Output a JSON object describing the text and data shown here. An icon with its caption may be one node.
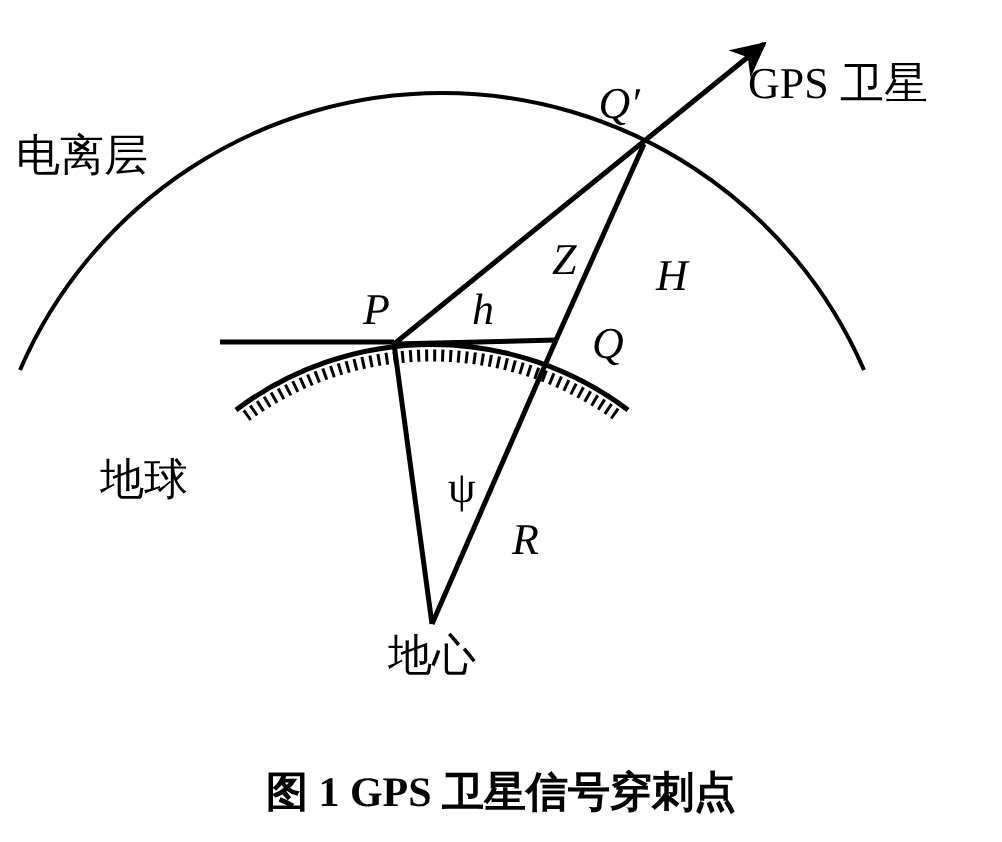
{
  "diagram": {
    "caption": "图 1 GPS 卫星信号穿刺点",
    "nodes": [
      {
        "text": [
          "P"
        ]
      },
      {
        "text": [
          "Q′"
        ]
      },
      {
        "text": [
          "Q"
        ]
      },
      {
        "text": [
          "地心"
        ]
      },
      {
        "text": [
          "GPS 卫星"
        ]
      }
    ],
    "edges": [
      {
        "from": 0,
        "to": 4,
        "arrow": "to"
      },
      {
        "from": 0,
        "to": 2,
        "arrow": "none",
        "label": "h"
      },
      {
        "from": 1,
        "to": 2,
        "arrow": "none",
        "label": "H"
      },
      {
        "from": 2,
        "to": 3,
        "arrow": "none",
        "label": "R"
      },
      {
        "from": 0,
        "to": 3,
        "arrow": "none"
      }
    ],
    "labels": [
      "电离层",
      "Z",
      "ψ",
      "地球"
    ]
  }
}
